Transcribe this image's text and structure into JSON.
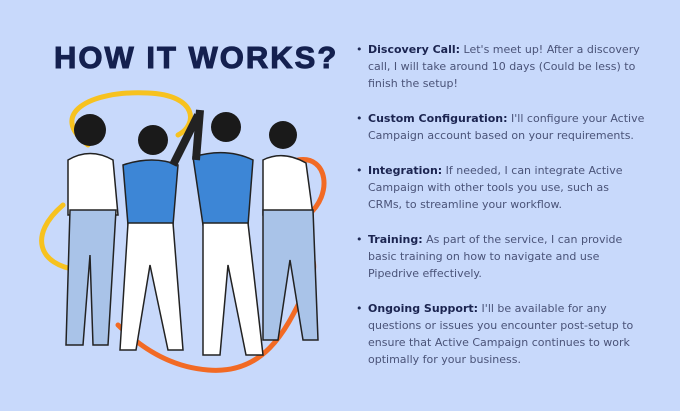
{
  "title": "HOW IT WORKS?",
  "items": [
    {
      "term": "Discovery Call:",
      "text": " Let's meet up! After a discovery call, I will take around 10 days (Could be less) to finish the setup!"
    },
    {
      "term": "Custom Configuration:",
      "text": " I'll configure your Active Campaign account based on your requirements."
    },
    {
      "term": "Integration:",
      "text": " If needed, I can integrate Active Campaign with other tools you use, such as CRMs, to streamline your workflow."
    },
    {
      "term": "Training:",
      "text": " As part of the service, I can provide basic training on how to navigate and use Pipedrive effectively."
    },
    {
      "term": "Ongoing Support:",
      "text": " I'll be available for any questions or issues you encounter post-setup to ensure that Active Campaign continues to work optimally for your business."
    }
  ],
  "colors": {
    "background": "#c8d9fb",
    "title": "#14204f",
    "accent_orange": "#f26a24",
    "accent_yellow": "#f7c21f",
    "shirt_blue": "#3d86d6"
  }
}
